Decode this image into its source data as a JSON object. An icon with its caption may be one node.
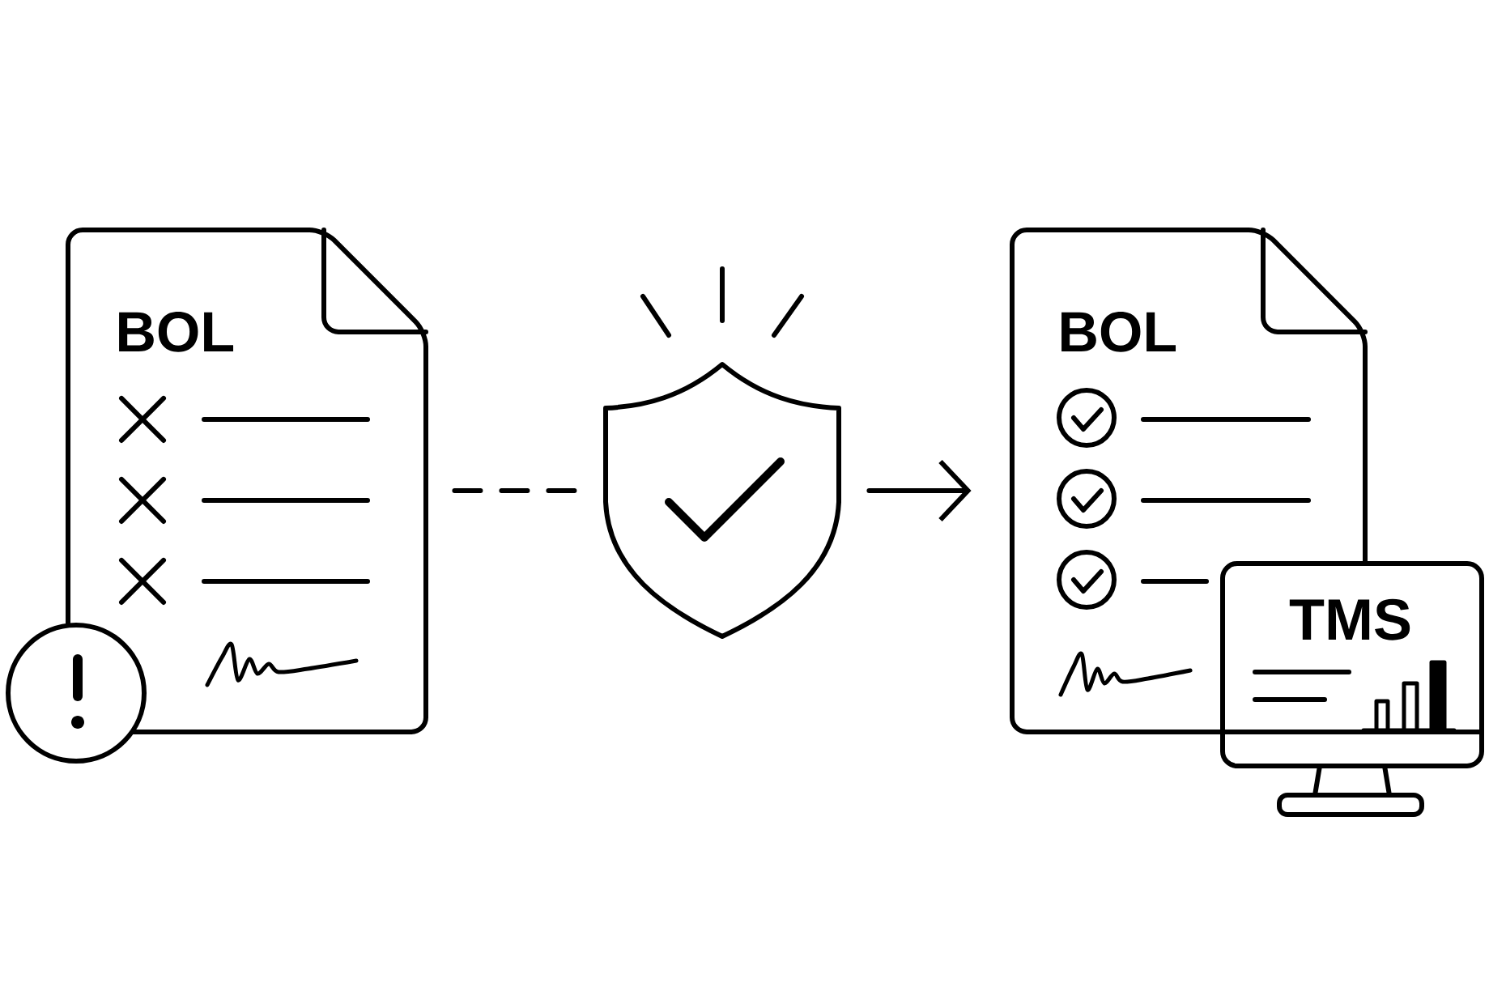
{
  "diagram": {
    "nodes": [
      {
        "text": [
          "BOL"
        ]
      },
      {
        "text": [],
        "shape": "shield"
      },
      {
        "text": [
          "BOL"
        ]
      },
      {
        "text": [
          "TMS"
        ]
      }
    ],
    "edges": [
      {
        "from": 0,
        "to": 1,
        "arrow": "none",
        "style": "dashed"
      },
      {
        "from": 1,
        "to": 2,
        "arrow": "to"
      }
    ]
  }
}
